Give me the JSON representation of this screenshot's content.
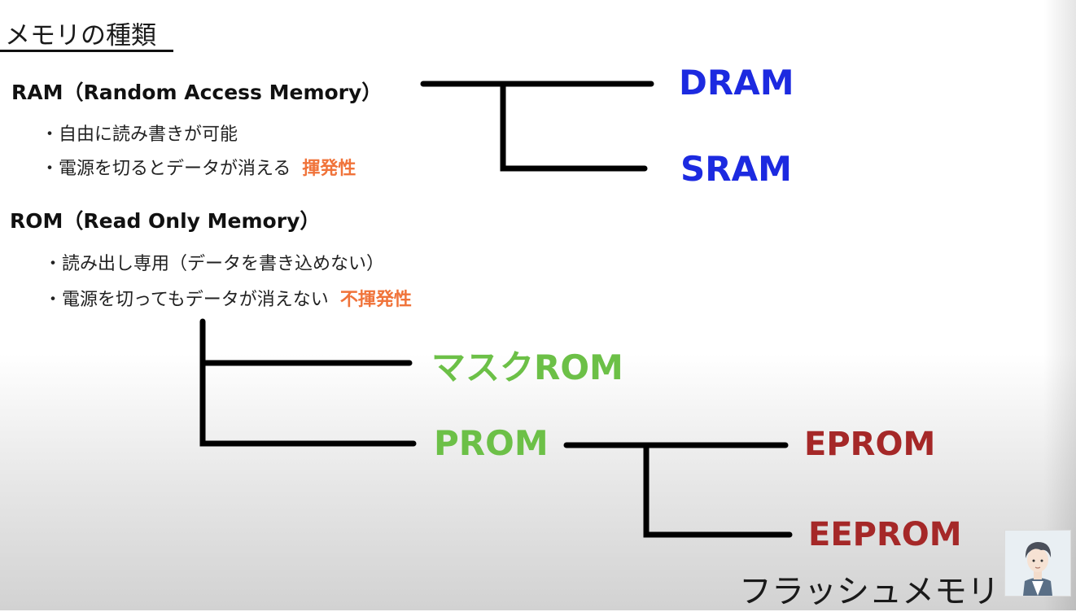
{
  "title": "メモリの種類",
  "ram": {
    "heading": "RAM（Random Access Memory）",
    "bullets": [
      "・自由に読み書きが可能",
      "・電源を切るとデータが消える"
    ],
    "tag": "揮発性"
  },
  "rom": {
    "heading": "ROM（Read Only Memory）",
    "bullets": [
      "・読み出し専用（データを書き込めない）",
      "・電源を切ってもデータが消えない"
    ],
    "tag": "不揮発性"
  },
  "tree": {
    "dram": "DRAM",
    "sram": "SRAM",
    "mask_rom": "マスクROM",
    "prom": "PROM",
    "eprom": "EPROM",
    "eeprom": "EEPROM",
    "flash": "フラッシュメモリ"
  },
  "colors": {
    "ram_types": "#1c2ae0",
    "rom_types": "#6cc047",
    "prom_types": "#a52828",
    "tag": "#f0733a"
  }
}
